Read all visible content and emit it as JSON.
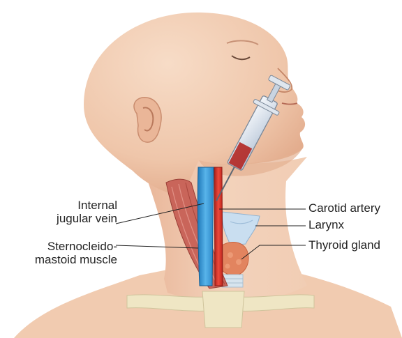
{
  "labels": {
    "internal_jugular_vein": [
      "Internal",
      "jugular vein"
    ],
    "sternocleidomastoid_muscle": [
      "Sternocleido-",
      "mastoid muscle"
    ],
    "carotid_artery": "Carotid artery",
    "larynx": "Larynx",
    "thyroid_gland": "Thyroid gland"
  },
  "colors": {
    "skin": "#f2cfb6",
    "skin_shadow": "#e0ad8d",
    "vein": "#3f9fd8",
    "artery": "#d8312a",
    "muscle": "#c9655a",
    "thyroid": "#e2845f",
    "larynx": "#c9def0",
    "bone": "#efe6c4"
  }
}
